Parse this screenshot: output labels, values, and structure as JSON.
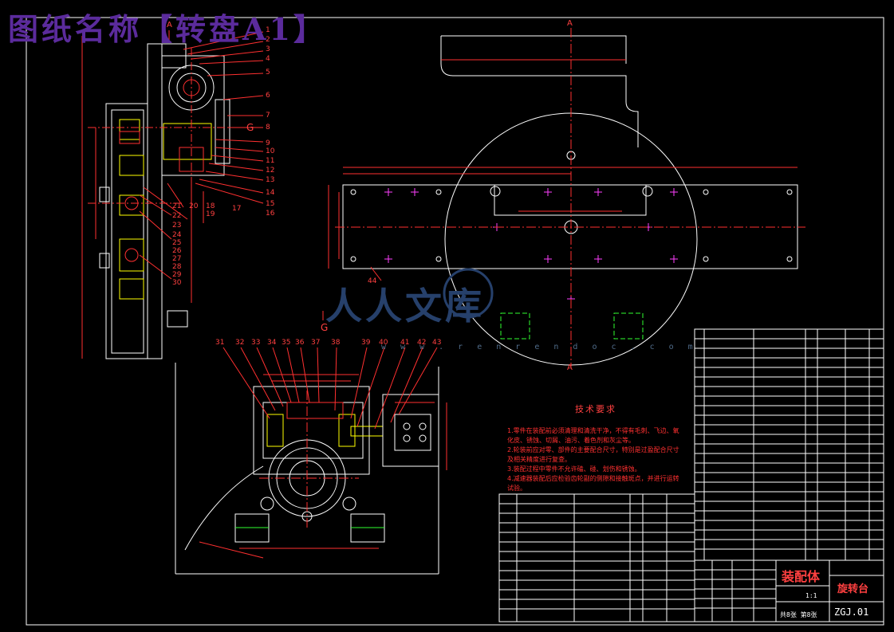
{
  "title_banner": "图纸名称【转盘A1】",
  "section_labels": {
    "a_top_right": "A",
    "a_bottom_right": "A",
    "a_left": "A",
    "g_side": "G",
    "g_bottom": "G"
  },
  "balloons_side": [
    "1",
    "2",
    "3",
    "4",
    "5",
    "6",
    "7",
    "8",
    "9",
    "10",
    "11",
    "12",
    "13",
    "14",
    "15",
    "16",
    "17",
    "18",
    "19",
    "20",
    "21",
    "22",
    "23",
    "24",
    "25",
    "26",
    "27",
    "28",
    "29",
    "30"
  ],
  "balloons_bottom": [
    "31",
    "32",
    "33",
    "34",
    "35",
    "36",
    "37",
    "38",
    "39",
    "40",
    "41",
    "42",
    "43"
  ],
  "balloon_44": "44",
  "tech_notes": {
    "heading": "技术要求",
    "items": [
      "1.零件在装配前必须清理和清洗干净，不得有毛刺、飞边、氧化皮、锈蚀、切屑、油污、着色剂和灰尘等。",
      "2.轮装前应对零、部件的主要配合尺寸，特别是过盈配合尺寸及相关精度进行复查。",
      "3.装配过程中零件不允许磕、碰、划伤和锈蚀。",
      "4.减速器装配后应检验齿轮副的侧隙和接触斑点，并进行运转试验。"
    ]
  },
  "title_block": {
    "assembly": "装配体",
    "name": "旋转台",
    "drawing_no": "ZGJ.01",
    "scale": "1:1",
    "sheets": "共8张 第8张"
  },
  "watermark": {
    "brand": "人人文库",
    "url": "w w w . r e n r e n d o c . c o m"
  }
}
